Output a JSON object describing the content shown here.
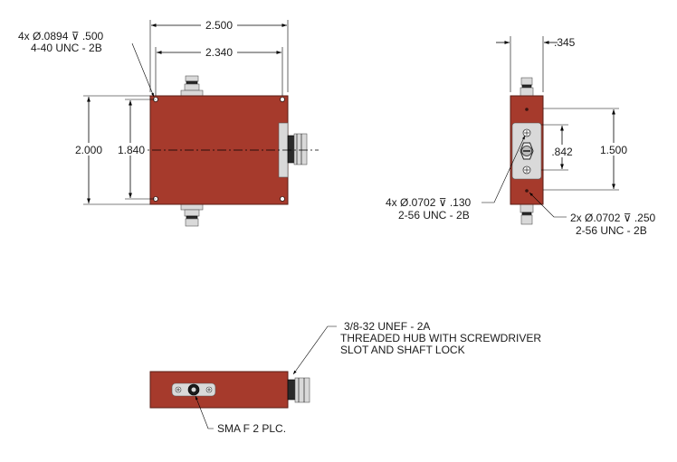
{
  "colors": {
    "body": "#a63a2c",
    "metal": "#d9d9d9",
    "ink": "#1a1a1a"
  },
  "top_view": {
    "overall_width": "2.500",
    "hole_spacing_width": "2.340",
    "overall_height": "2.000",
    "hole_spacing_height": "1.840",
    "hole_callout_line1": "4x Ø.0894 ⊽ .500",
    "hole_callout_line2": "4-40 UNC - 2B"
  },
  "side_view": {
    "thickness": ".345",
    "connector_spacing": ".842",
    "height": "1.500",
    "front_holes_line1": "4x Ø.0702 ⊽ .130",
    "front_holes_line2": "2-56 UNC - 2B",
    "side_holes_line1": "2x Ø.0702 ⊽ .250",
    "side_holes_line2": "2-56 UNC - 2B"
  },
  "bottom_view": {
    "hub_line1": "3/8-32 UNEF - 2A",
    "hub_line2": "THREADED HUB WITH SCREWDRIVER",
    "hub_line3": "SLOT AND SHAFT LOCK",
    "connector_note": "SMA F 2 PLC."
  }
}
